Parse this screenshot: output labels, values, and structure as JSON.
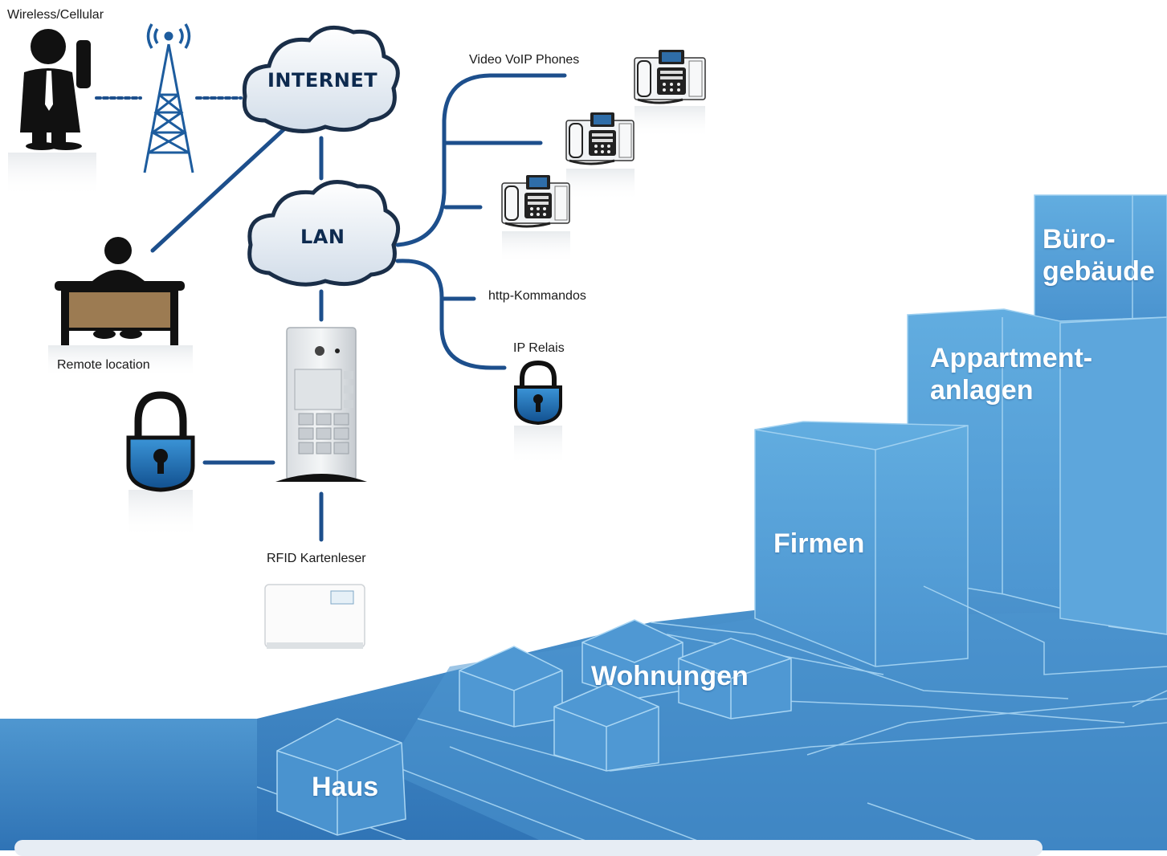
{
  "labels": {
    "wireless": "Wireless/Cellular",
    "internet": "INTERNET",
    "lan": "LAN",
    "video_phones": "Video VoIP Phones",
    "remote": "Remote location",
    "http": "http-Kommandos",
    "ip_relais": "IP Relais",
    "rfid": "RFID Kartenleser"
  },
  "buildings": {
    "buero_1": "Büro-",
    "buero_2": "gebäude",
    "appartment_1": "Appartment-",
    "appartment_2": "anlagen",
    "firmen": "Firmen",
    "wohnungen": "Wohnungen",
    "haus": "Haus"
  },
  "colors": {
    "network_line": "#1d4f8c",
    "city_blue": "#5aa3d8",
    "ground_blue": "#3e86c2",
    "lock_blue": "#1f78c3"
  }
}
